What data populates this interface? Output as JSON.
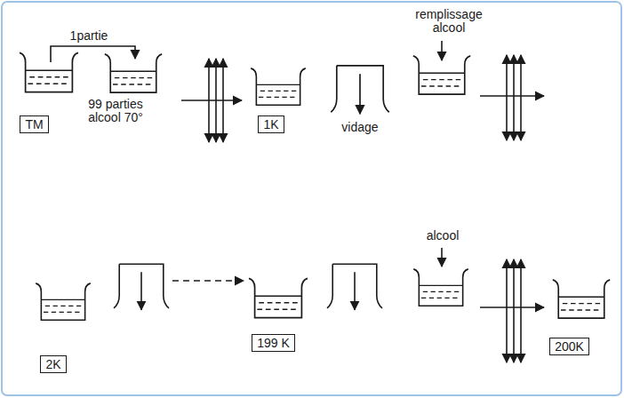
{
  "diagram": {
    "nodes": [
      {
        "text": [
          "TM"
        ]
      },
      {
        "text": [
          "1K"
        ]
      },
      {
        "text": [
          "2K"
        ]
      },
      {
        "text": [
          "199 K"
        ]
      },
      {
        "text": [
          "200K"
        ]
      }
    ],
    "labels": [
      "1partie",
      "99 parties alcool 70°",
      "vidage",
      "remplissage alcool",
      "alcool"
    ]
  }
}
